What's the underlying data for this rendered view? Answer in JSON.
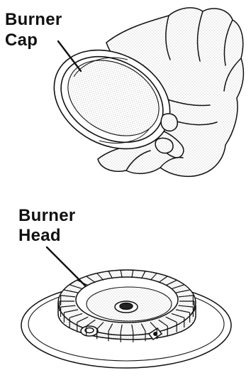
{
  "labels": {
    "cap_line1": "Burner",
    "cap_line2": "Cap",
    "head_line1": "Burner",
    "head_line2": "Head"
  },
  "colors": {
    "ink": "#111111",
    "paper": "#ffffff",
    "shade": "#9a9a9a"
  },
  "icons": {
    "hand": "hand-holding-cap-illustration",
    "cap": "burner-cap-ring-illustration",
    "head": "burner-head-illustration"
  }
}
